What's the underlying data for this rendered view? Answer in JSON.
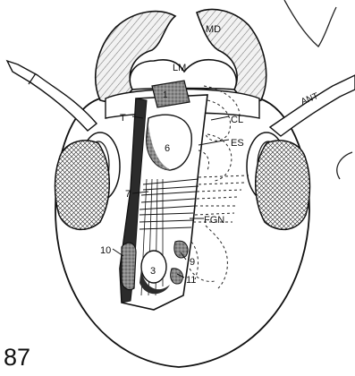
{
  "figure_number": "87",
  "labels": {
    "md": "MD",
    "lm": "LM",
    "ant": "ANT",
    "t": "T",
    "cl": "CL",
    "es": "ES",
    "fgn": "FGN",
    "n1": "1",
    "n3": "3",
    "n6": "6",
    "n7": "7",
    "n9": "9",
    "n10": "10",
    "n11": "11"
  }
}
